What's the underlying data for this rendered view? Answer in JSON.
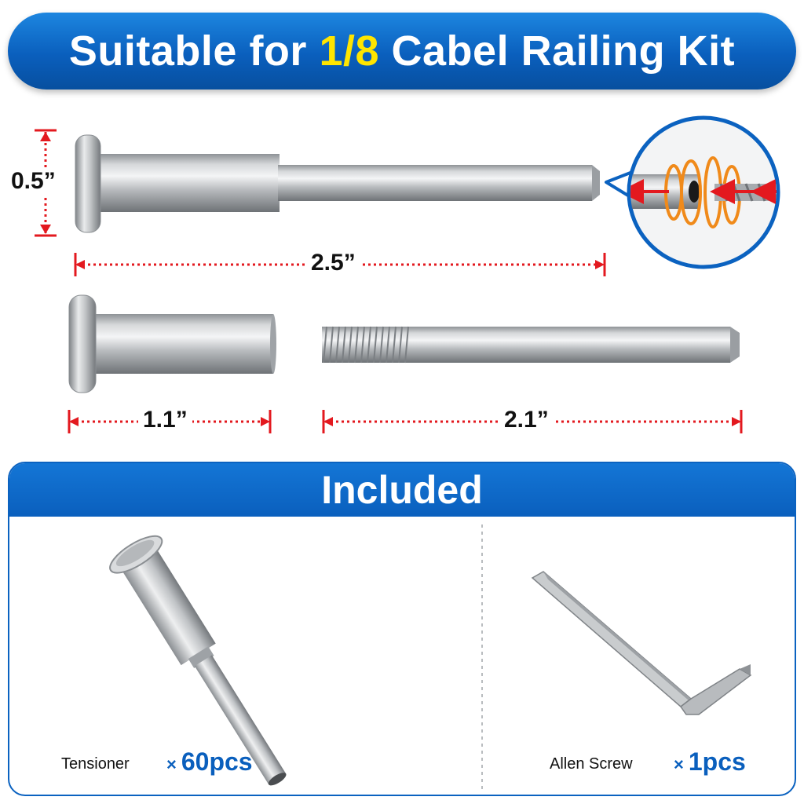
{
  "banner": {
    "prefix": "Suitable for ",
    "highlight": "1/8",
    "suffix": " Cabel Railing Kit"
  },
  "dimensions": {
    "head_diameter": "0.5”",
    "total_length": "2.5”",
    "sleeve_length": "1.1”",
    "bolt_length": "2.1”"
  },
  "included": {
    "heading": "Included",
    "items": [
      {
        "name": "Tensioner",
        "qty": "60pcs",
        "icon": "tensioner-icon"
      },
      {
        "name": "Allen Screw",
        "qty": "1pcs",
        "icon": "allen-key-icon"
      }
    ]
  },
  "colors": {
    "brand_blue": "#0a5fbd",
    "highlight_yellow": "#ffe500",
    "dimension_red": "#e3191f"
  }
}
